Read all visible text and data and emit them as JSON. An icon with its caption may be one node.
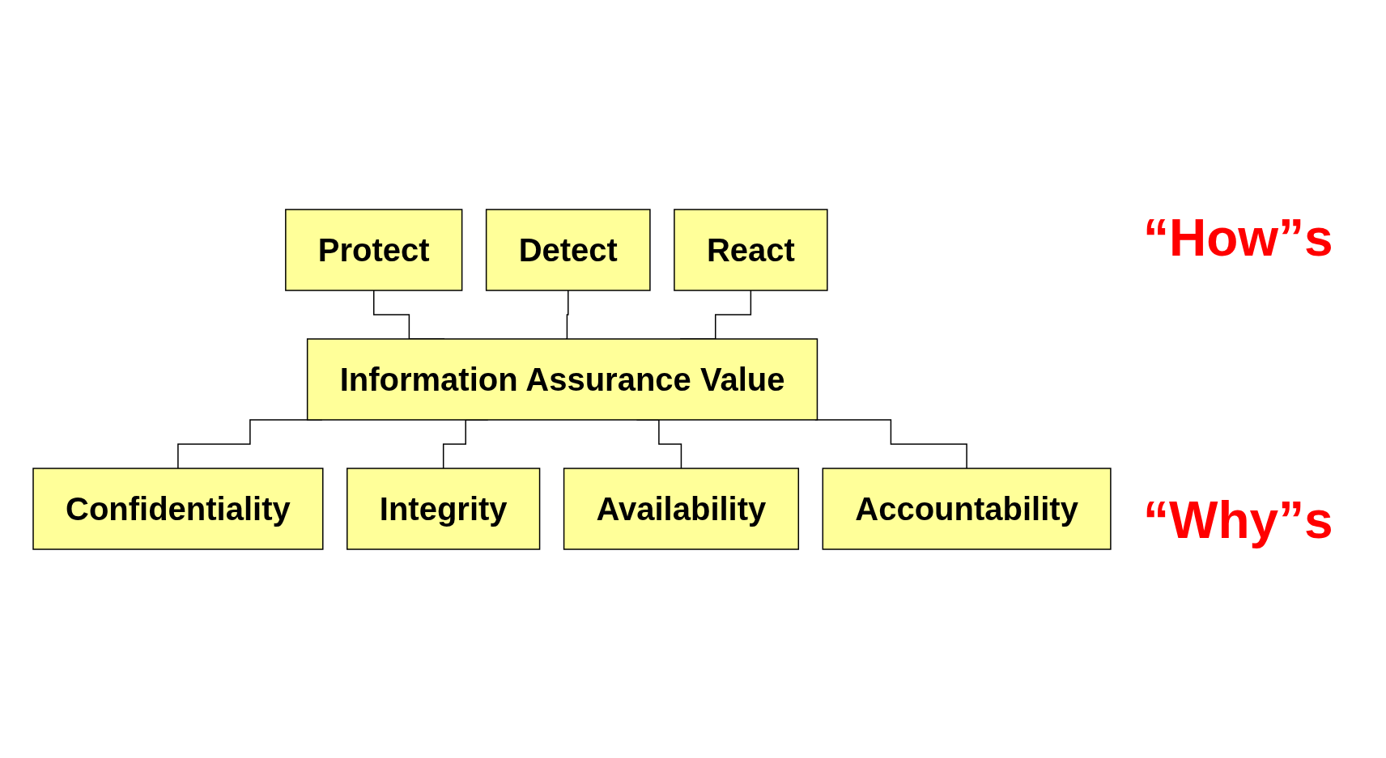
{
  "diagram": {
    "nodes": [
      {
        "text": [
          "Protect"
        ]
      },
      {
        "text": [
          "Detect"
        ]
      },
      {
        "text": [
          "React"
        ]
      },
      {
        "text": [
          "Information Assurance Value"
        ]
      },
      {
        "text": [
          "Confidentiality"
        ]
      },
      {
        "text": [
          "Integrity"
        ]
      },
      {
        "text": [
          "Availability"
        ]
      },
      {
        "text": [
          "Accountability"
        ]
      }
    ],
    "edges": [
      {
        "from": 0,
        "to": 3,
        "arrow": "none"
      },
      {
        "from": 1,
        "to": 3,
        "arrow": "none"
      },
      {
        "from": 2,
        "to": 3,
        "arrow": "none"
      },
      {
        "from": 3,
        "to": 4,
        "arrow": "none"
      },
      {
        "from": 3,
        "to": 5,
        "arrow": "none"
      },
      {
        "from": 3,
        "to": 6,
        "arrow": "none"
      },
      {
        "from": 3,
        "to": 7,
        "arrow": "none"
      }
    ],
    "labels": [
      "“How”s",
      "“Why”s"
    ]
  }
}
